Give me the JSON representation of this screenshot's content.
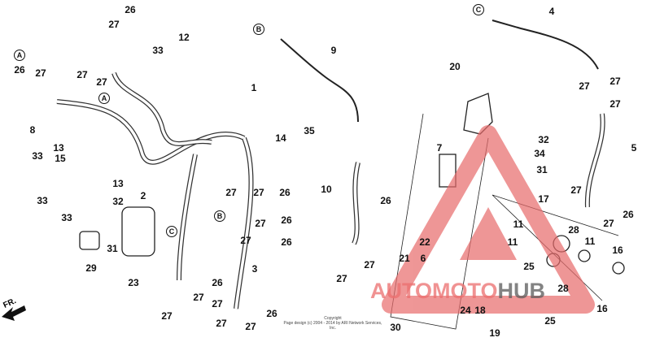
{
  "callouts": [
    "26",
    "27",
    "12",
    "33",
    "A",
    "26",
    "27",
    "27",
    "27",
    "A",
    "1",
    "8",
    "13",
    "35",
    "14",
    "33",
    "15",
    "13",
    "2",
    "33",
    "33",
    "32",
    "27",
    "27",
    "B",
    "C",
    "26",
    "27",
    "26",
    "27",
    "26",
    "31",
    "29",
    "3",
    "23",
    "26",
    "27",
    "27",
    "27",
    "27",
    "27",
    "26",
    "30",
    "B",
    "9",
    "10",
    "26",
    "27",
    "27",
    "20",
    "7",
    "22",
    "21",
    "6",
    "24",
    "18",
    "19",
    "25",
    "25",
    "32",
    "34",
    "31",
    "17",
    "11",
    "11",
    "11",
    "28",
    "28",
    "16",
    "16",
    "26",
    "27",
    "27",
    "27",
    "27",
    "5",
    "4",
    "C",
    "27"
  ],
  "copyright": {
    "line1": "Copyright",
    "line2": "Page design (c) 2004 - 2014 by ARI Network Services, Inc."
  },
  "direction_label": "FR.",
  "watermark": {
    "text1": "AUTOMOTO",
    "text2": "HUB",
    "color": "#e86b6b"
  }
}
